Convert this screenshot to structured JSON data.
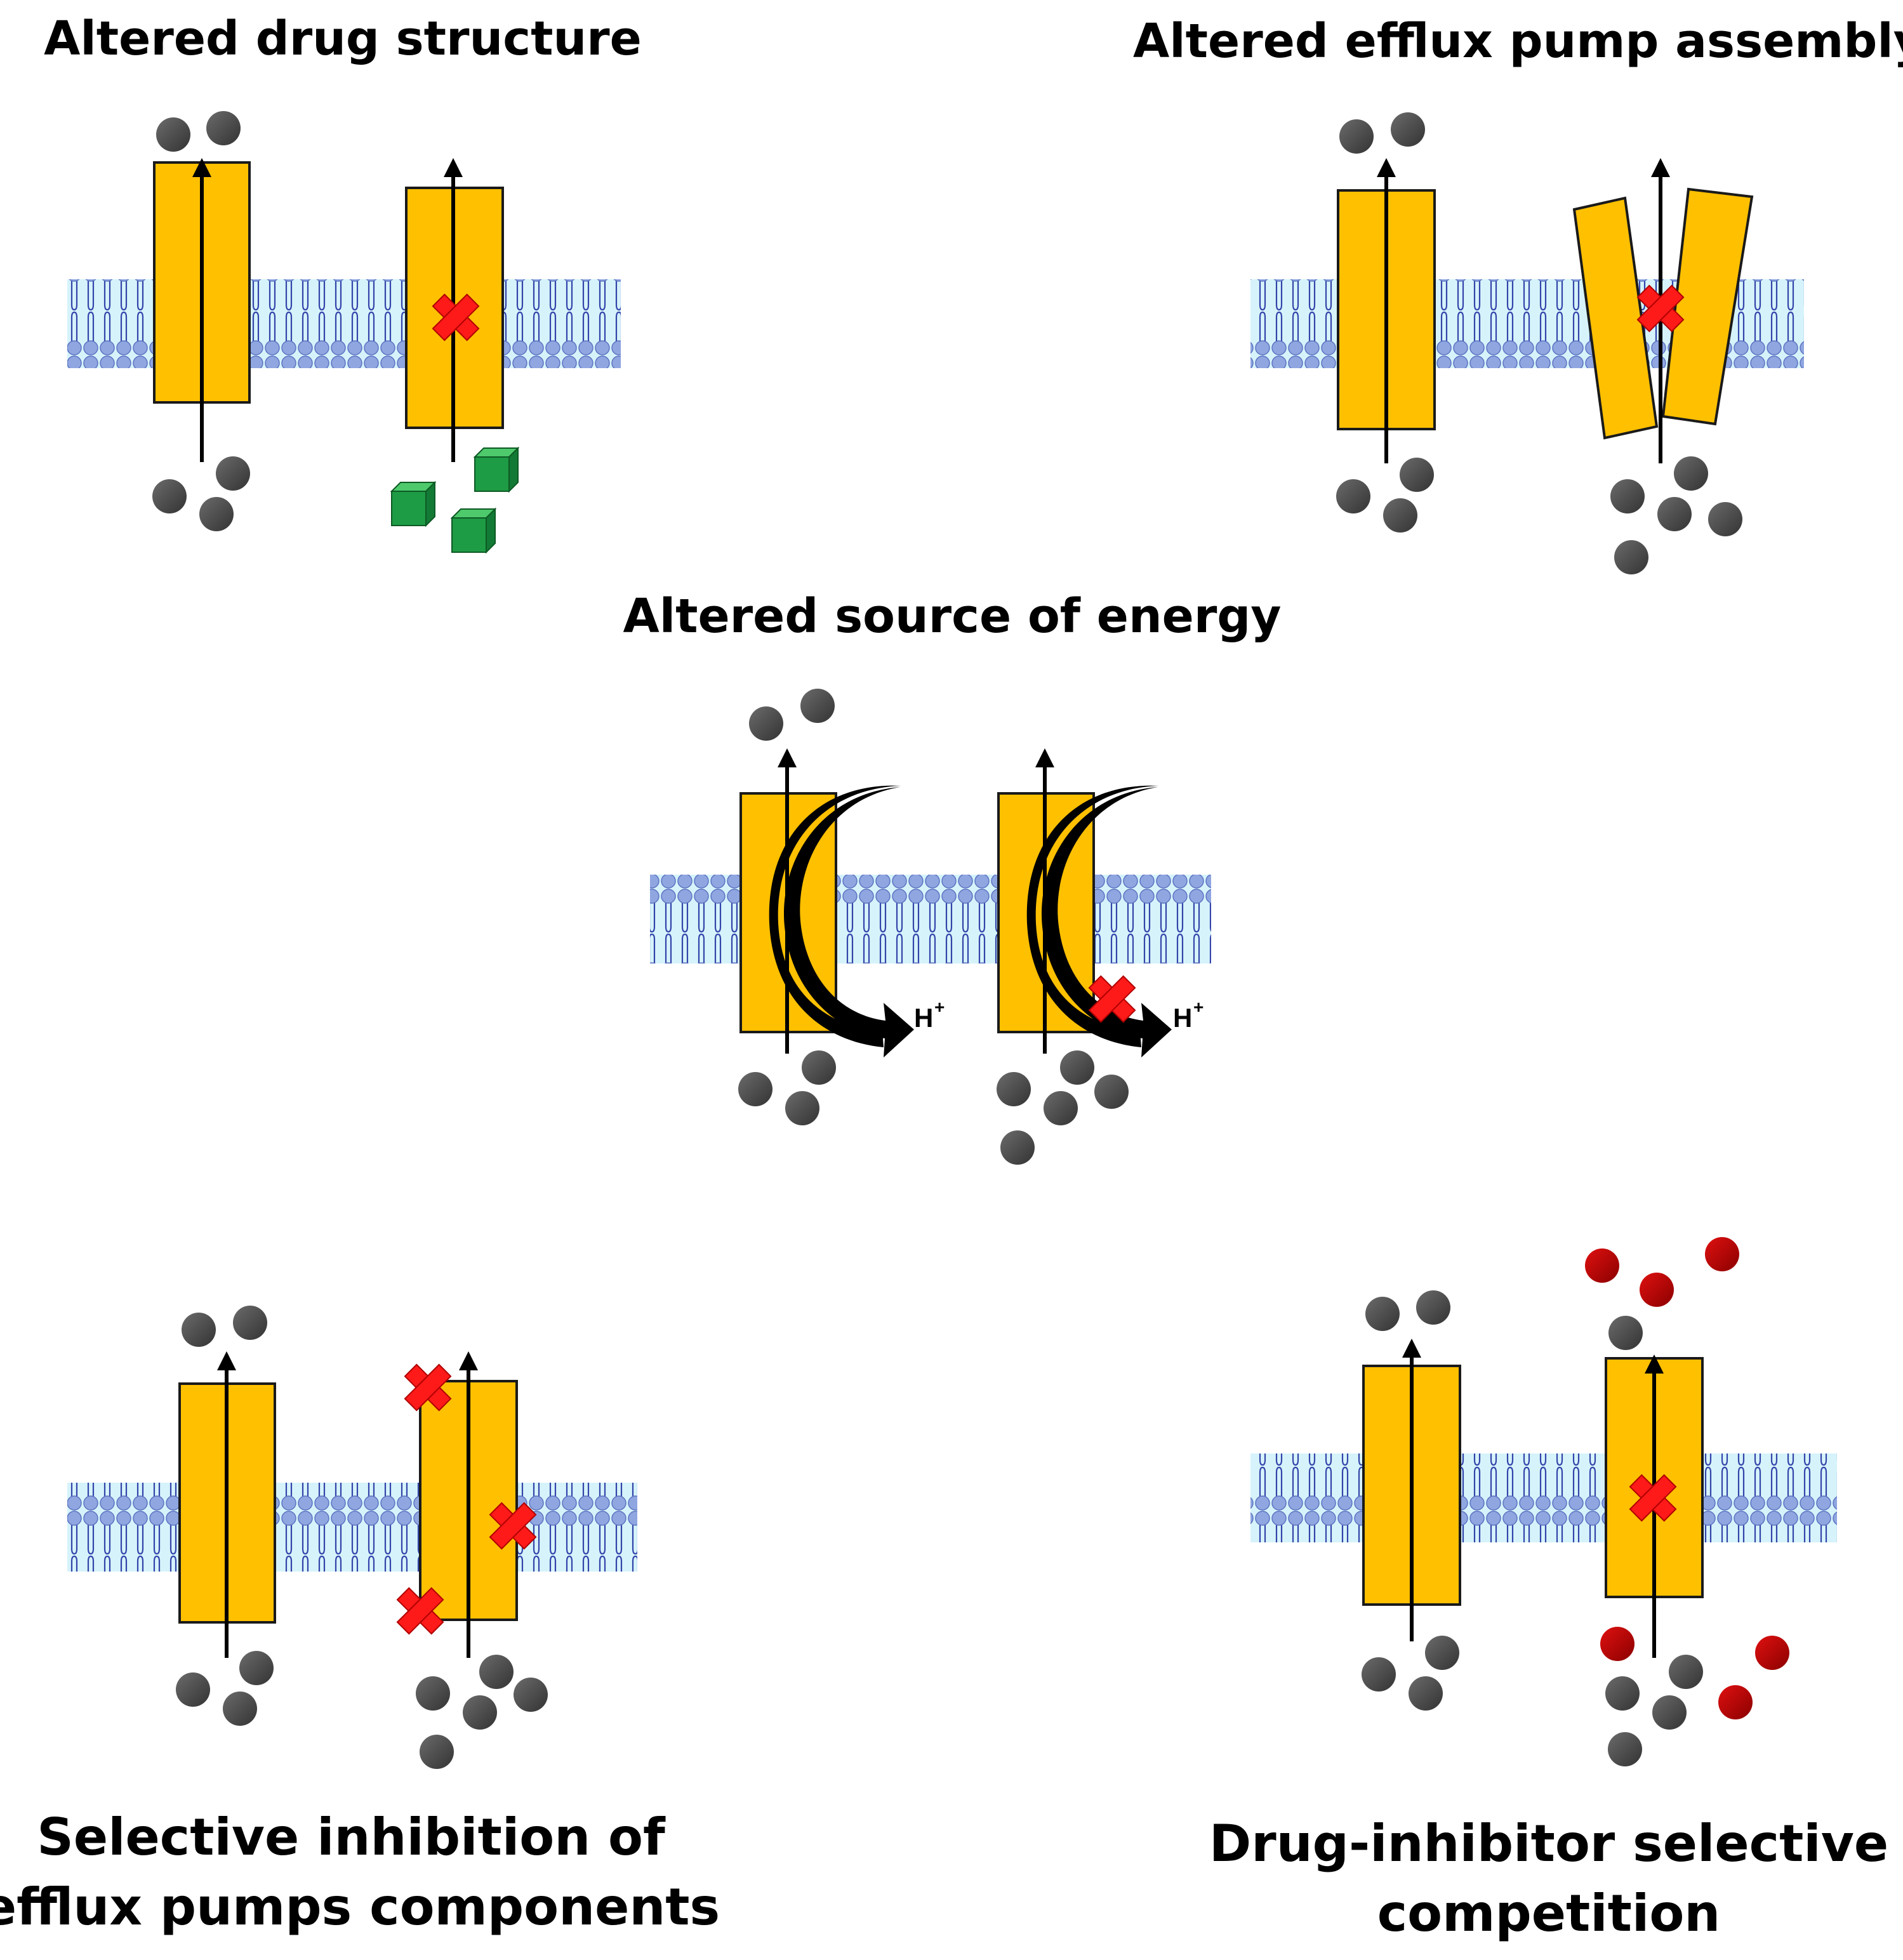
{
  "panels": {
    "drug_structure": {
      "title": "Altered drug structure"
    },
    "pump_assembly": {
      "title": "Altered efflux pump assembly"
    },
    "energy_source": {
      "title": "Altered source of energy",
      "proton_label": "H",
      "proton_charge": "+"
    },
    "selective_inhibition": {
      "title_line1": "Selective inhibition of",
      "title_line2": "efflux pumps components"
    },
    "competition": {
      "title_line1": "Drug-inhibitor selective",
      "title_line2": "competition"
    }
  },
  "colors": {
    "pump_fill": "#FFC000",
    "pump_stroke": "#1a1a1a",
    "drug_molecule": "#4d4d4d",
    "inhibitor_molecule": "#c00000",
    "modified_drug_cube": "#1e9b45",
    "block_mark": "#ff1a1a",
    "membrane_fill": "#d6f3fb",
    "lipid_head": "#8fa6e0",
    "lipid_tail": "#3344aa"
  },
  "icons": {
    "drug": "grey-circle",
    "inhibitor": "red-circle",
    "modified_drug": "green-cube",
    "block": "red-cross",
    "proton_flow": "curved-black-arrow"
  }
}
